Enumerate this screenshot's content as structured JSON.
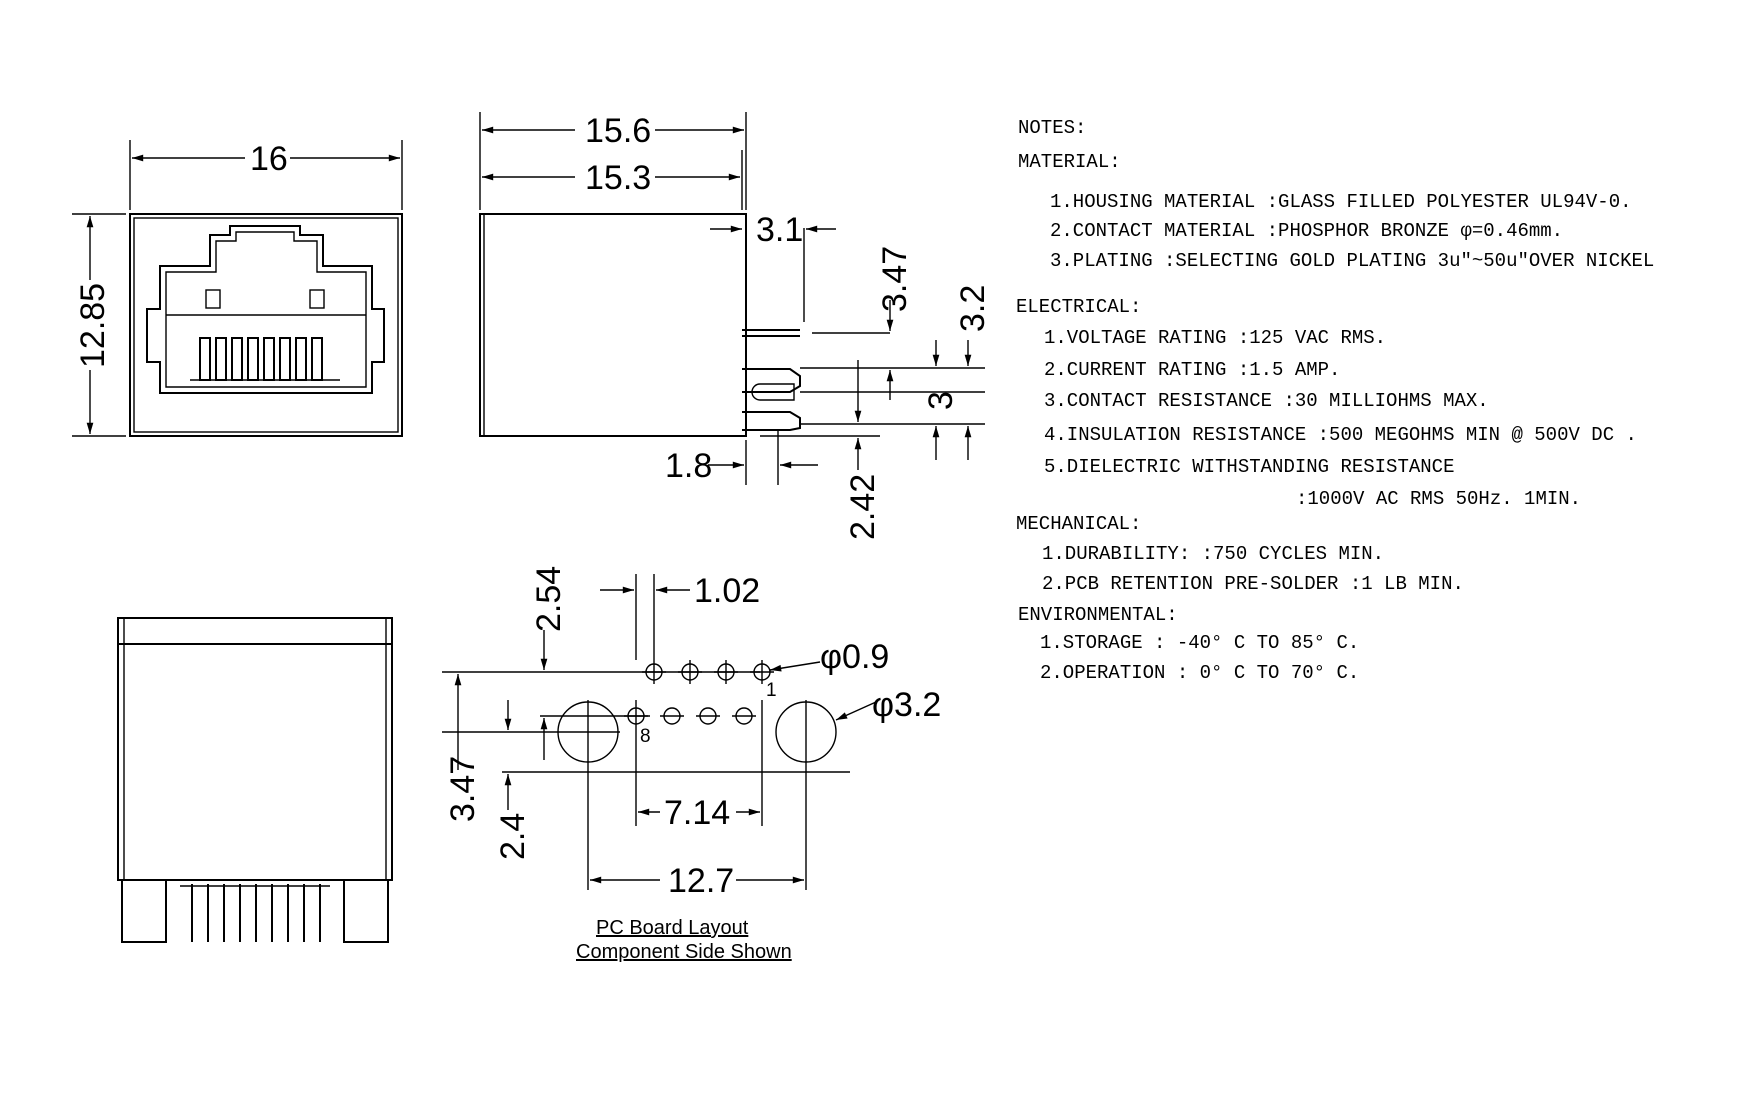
{
  "dimensions": {
    "front_width": "16",
    "front_height": "12.85",
    "side_length_outer": "15.6",
    "side_length_inner": "15.3",
    "side_top_gap": "3.1",
    "side_347": "3.47",
    "side_32": "3.2",
    "side_3": "3",
    "side_18": "1.8",
    "side_242": "2.42",
    "pcb_254": "2.54",
    "pcb_102": "1.02",
    "pcb_hole_small": "φ0.9",
    "pcb_hole_large": "φ3.2",
    "pcb_347": "3.47",
    "pcb_24": "2.4",
    "pcb_714": "7.14",
    "pcb_127": "12.7",
    "pin_1": "1",
    "pin_8": "8"
  },
  "caption": {
    "line1": "PC Board Layout",
    "line2": "Component Side Shown"
  },
  "notes": {
    "title": "NOTES:",
    "material_header": "MATERIAL:",
    "material": [
      "1.HOUSING MATERIAL   :GLASS FILLED POLYESTER UL94V-0.",
      "2.CONTACT MATERIAL   :PHOSPHOR BRONZE φ=0.46mm.",
      "3.PLATING :SELECTING GOLD PLATING 3u\"~50u\"OVER  NICKEL"
    ],
    "electrical_header": "ELECTRICAL:",
    "electrical": [
      "1.VOLTAGE RATING      :125 VAC RMS.",
      "2.CURRENT RATING      :1.5 AMP.",
      "3.CONTACT RESISTANCE  :30 MILLIOHMS MAX.",
      "4.INSULATION RESISTANCE :500 MEGOHMS MIN @ 500V DC .",
      "5.DIELECTRIC WITHSTANDING RESISTANCE",
      ":1000V AC RMS 50Hz. 1MIN."
    ],
    "mechanical_header": "MECHANICAL:",
    "mechanical": [
      "1.DURABILITY:          :750 CYCLES MIN.",
      "2.PCB RETENTION PRE-SOLDER  :1 LB MIN."
    ],
    "environmental_header": "ENVIRONMENTAL:",
    "environmental": [
      "1.STORAGE          : -40° C TO 85° C.",
      "2.OPERATION        : 0° C TO 70° C."
    ]
  }
}
